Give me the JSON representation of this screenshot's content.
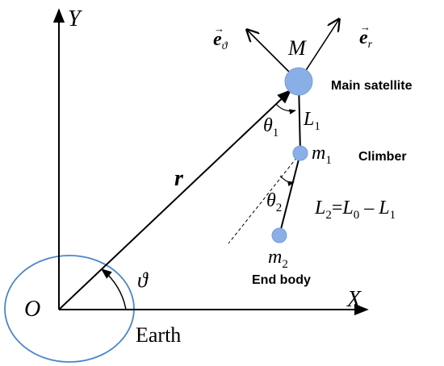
{
  "axes": {
    "y_label": "Y",
    "x_label": "X",
    "origin_label": "O"
  },
  "earth": {
    "label": "Earth",
    "outline_color": "#4a86c8"
  },
  "position_vector": {
    "label": "r"
  },
  "angles": {
    "polar_angle": "ϑ",
    "theta1": {
      "symbol": "θ",
      "subscript": "1"
    },
    "theta2": {
      "symbol": "θ",
      "subscript": "2"
    }
  },
  "unit_vectors": {
    "e_theta": {
      "symbol": "e",
      "subscript": "ϑ"
    },
    "e_r": {
      "symbol": "e",
      "subscript": "r"
    }
  },
  "main_satellite": {
    "mass_label": "M",
    "name": "Main satellite",
    "color": "#8aaee6"
  },
  "climber": {
    "mass_label": {
      "symbol": "m",
      "subscript": "1"
    },
    "name": "Climber",
    "color": "#8aaee6"
  },
  "end_body": {
    "mass_label": {
      "symbol": "m",
      "subscript": "2"
    },
    "name": "End body",
    "color": "#8aaee6"
  },
  "tethers": {
    "l1": {
      "symbol": "L",
      "subscript": "1"
    },
    "l2_equation": {
      "lhs_symbol": "L",
      "lhs_subscript": "2",
      "equals": "=",
      "l0_symbol": "L",
      "l0_subscript": "0",
      "minus": "–",
      "rhs_symbol": "L",
      "rhs_subscript": "1"
    }
  }
}
